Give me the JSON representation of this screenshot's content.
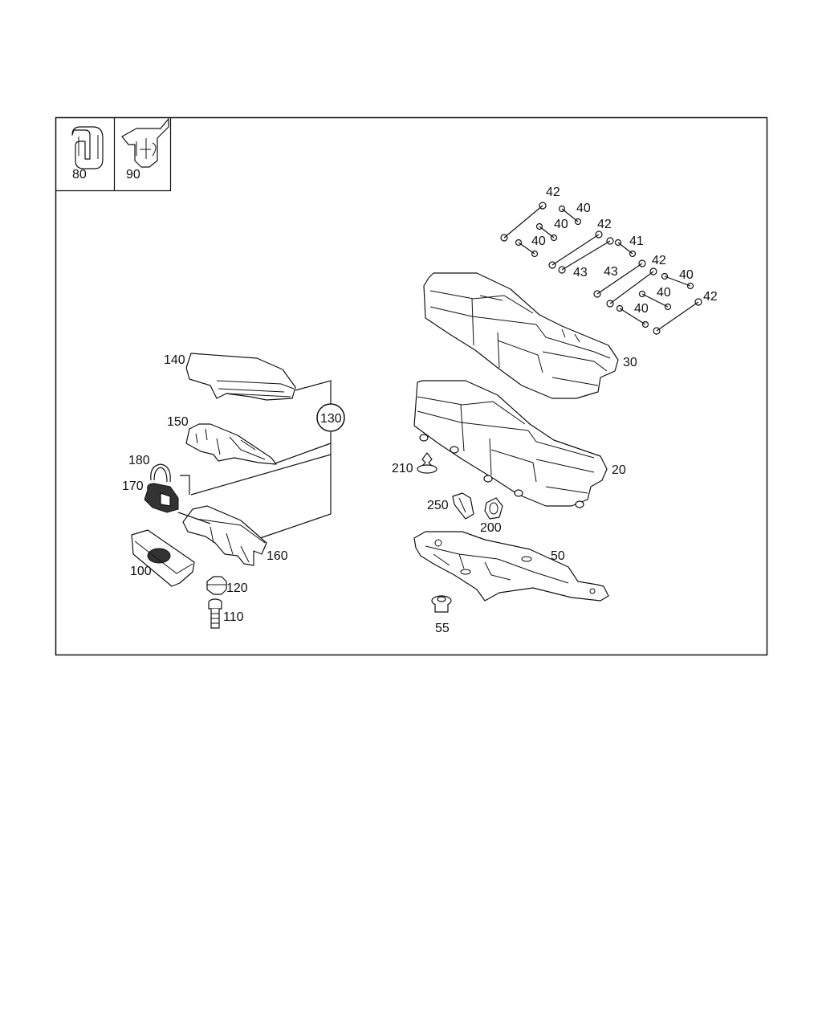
{
  "inset": {
    "items": [
      {
        "label": "80"
      },
      {
        "label": "90"
      }
    ]
  },
  "callouts": {
    "c42a": "42",
    "c40a": "40",
    "c40b": "40",
    "c42b": "42",
    "c40c": "40",
    "c41": "41",
    "c43a": "43",
    "c43b": "43",
    "c42c": "42",
    "c40d": "40",
    "c40e": "40",
    "c40f": "40",
    "c42d": "42",
    "c30": "30",
    "c20": "20",
    "c210": "210",
    "c250": "250",
    "c200": "200",
    "c50": "50",
    "c55": "55",
    "c140": "140",
    "c130": "130",
    "c150": "150",
    "c180": "180",
    "c170": "170",
    "c160": "160",
    "c100": "100",
    "c120": "120",
    "c110": "110"
  }
}
